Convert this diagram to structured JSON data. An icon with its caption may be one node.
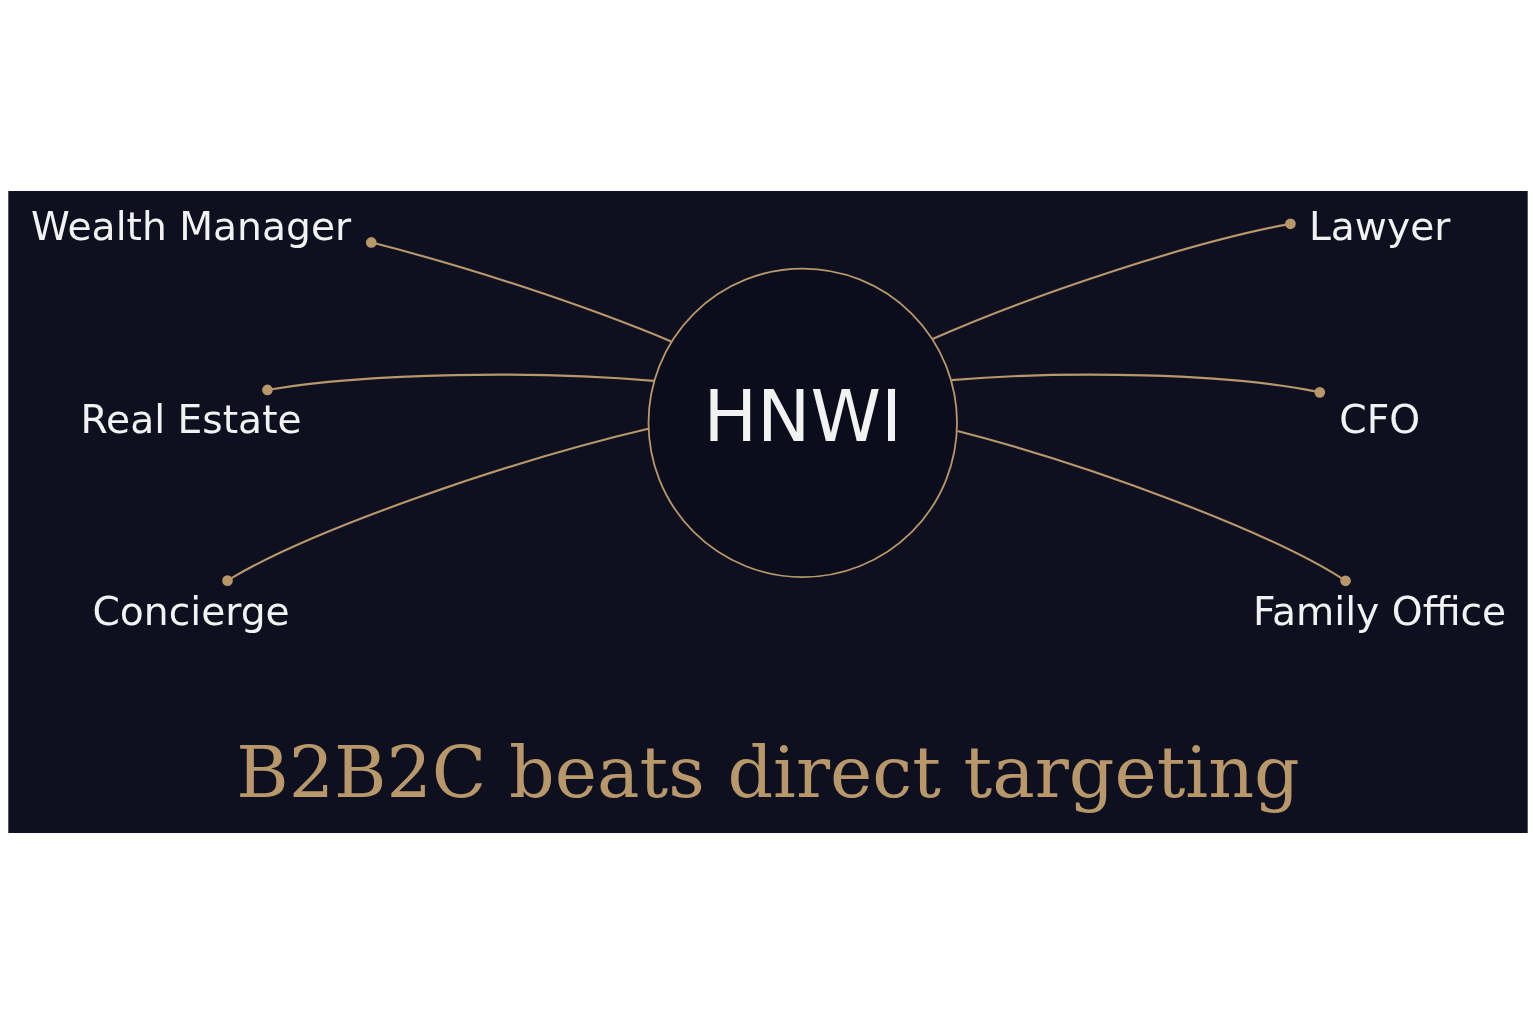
{
  "diagram": {
    "caption": "B2B2C beats direct targeting",
    "nodes": [
      {
        "text": [
          "Wealth Manager"
        ]
      },
      {
        "text": [
          "Lawyer"
        ]
      },
      {
        "text": [
          "Real Estate"
        ]
      },
      {
        "text": [
          "HNWI"
        ]
      },
      {
        "text": [
          "CFO"
        ]
      },
      {
        "text": [
          "Concierge"
        ]
      },
      {
        "text": [
          "Family Office"
        ]
      }
    ],
    "edges": [
      {
        "from": 3,
        "to": 0,
        "arrow": "other"
      },
      {
        "from": 3,
        "to": 1,
        "arrow": "other"
      },
      {
        "from": 3,
        "to": 2,
        "arrow": "other"
      },
      {
        "from": 3,
        "to": 4,
        "arrow": "other"
      },
      {
        "from": 3,
        "to": 5,
        "arrow": "other"
      },
      {
        "from": 3,
        "to": 6,
        "arrow": "other"
      }
    ]
  }
}
